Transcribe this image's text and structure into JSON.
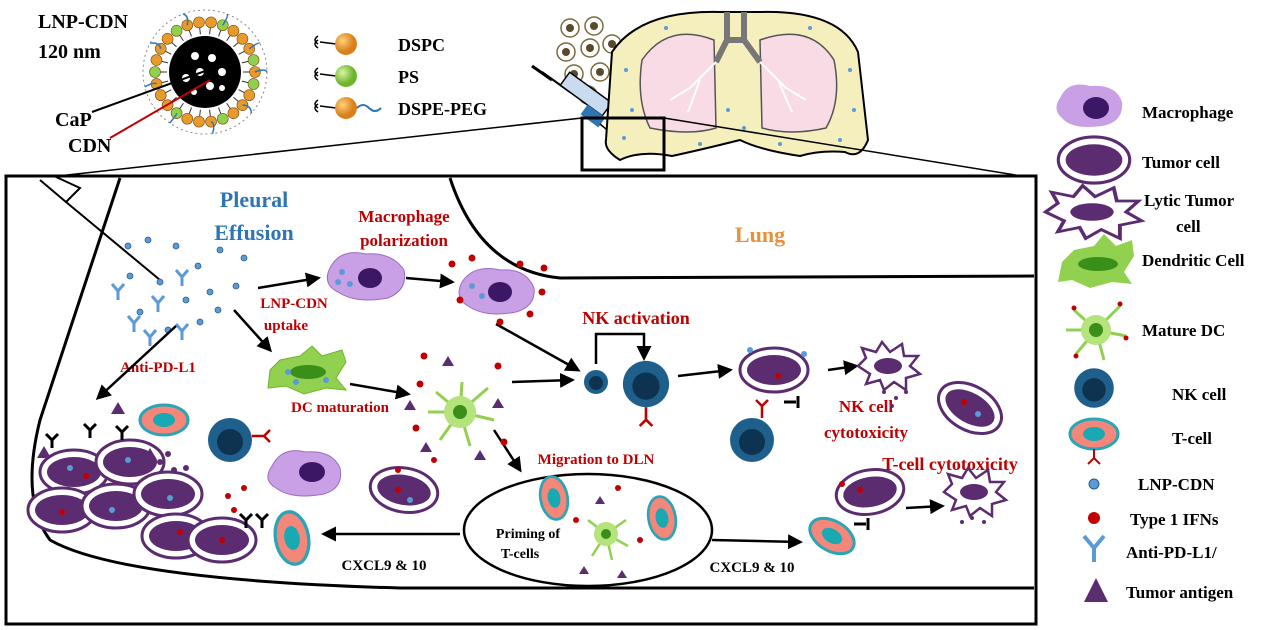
{
  "nanoparticle": {
    "title_line1": "LNP-CDN",
    "title_line2": "120 nm",
    "core_label_1": "CaP",
    "core_label_2": "CDN"
  },
  "lipids": [
    "DSPC",
    "PS",
    "DSPE-PEG"
  ],
  "regions": {
    "pleural_line1": "Pleural",
    "pleural_line2": "Effusion",
    "lung": "Lung"
  },
  "steps": {
    "mac_pol_1": "Macrophage",
    "mac_pol_2": "polarization",
    "uptake_1": "LNP-CDN",
    "uptake_2": "uptake",
    "anti_pdl1": "Anti-PD-L1",
    "dc_maturation": "DC maturation",
    "nk_activation": "NK activation",
    "nk_cyto_1": "NK cell",
    "nk_cyto_2": "cytotoxicity",
    "migration": "Migration to DLN",
    "priming_1": "Priming  of",
    "priming_2": "T-cells",
    "tcell_cyto": "T-cell cytotoxicity",
    "cxcl_left": "CXCL9  & 10",
    "cxcl_right": "CXCL9  & 10"
  },
  "legend": [
    {
      "label": "Macrophage",
      "icon": "macrophage-icon"
    },
    {
      "label": "Tumor cell",
      "icon": "tumor-cell-icon"
    },
    {
      "label": "Lytic Tumor cell",
      "icon": "lytic-tumor-cell-icon"
    },
    {
      "label": "Dendritic Cell",
      "icon": "dendritic-cell-icon"
    },
    {
      "label": "Mature DC",
      "icon": "mature-dc-icon"
    },
    {
      "label": "NK cell",
      "icon": "nk-cell-icon"
    },
    {
      "label": "T-cell",
      "icon": "t-cell-icon"
    },
    {
      "label": "LNP-CDN",
      "icon": "lnp-dot-icon"
    },
    {
      "label": "Type 1 IFNs",
      "icon": "ifn-dot-icon"
    },
    {
      "label": "Anti-PD-L1/",
      "icon": "antibody-icon"
    },
    {
      "label": "Tumor antigen",
      "icon": "antigen-triangle-icon"
    }
  ],
  "colors": {
    "title_blue": "#2e75b6",
    "lung_orange": "#e8913a",
    "step_red": "#c00000",
    "macrophage": "#c9a0e6",
    "tumor": "#5b2c6f",
    "dc_green": "#92d050",
    "nk_blue": "#1f5f8b",
    "tcell": "#f4877a",
    "lnp_dot": "#5b9bd5",
    "ifn_dot": "#c00000"
  }
}
